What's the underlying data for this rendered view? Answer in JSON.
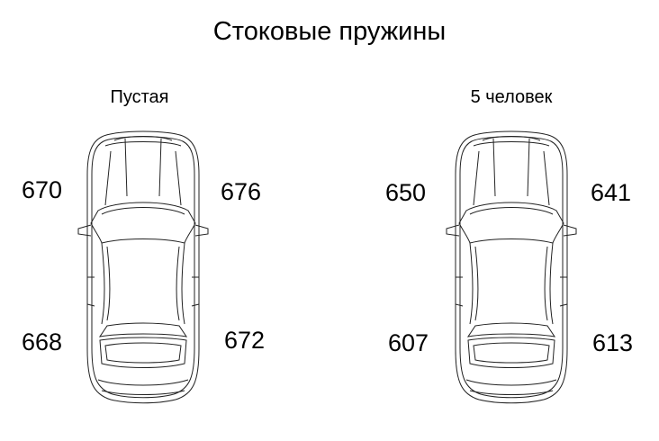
{
  "title": "Стоковые пружины",
  "configs": [
    {
      "label": "Пустая",
      "front_left": "670",
      "front_right": "676",
      "rear_left": "668",
      "rear_right": "672"
    },
    {
      "label": "5 человек",
      "front_left": "650",
      "front_right": "641",
      "rear_left": "607",
      "rear_right": "613"
    }
  ],
  "icons": [
    "car-top-view-icon"
  ]
}
